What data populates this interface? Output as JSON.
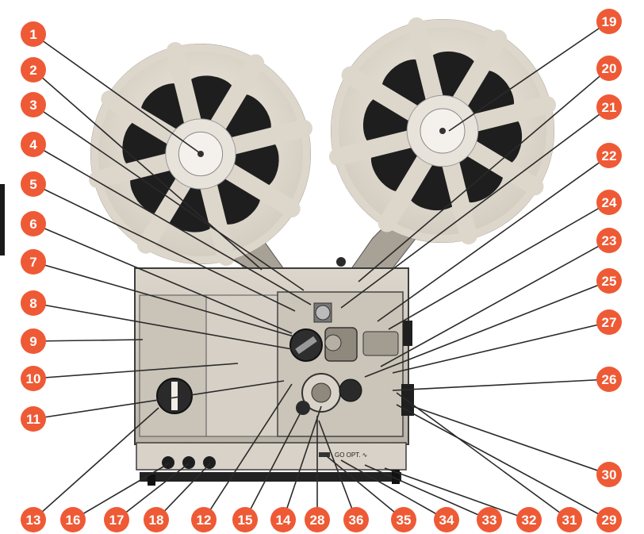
{
  "callout_color": "#ee5a35",
  "line_color": "#2a2a2a",
  "panel_text": {
    "mode": "GO OPT. ∿"
  },
  "callouts": [
    {
      "label": "1"
    },
    {
      "label": "2"
    },
    {
      "label": "3"
    },
    {
      "label": "4"
    },
    {
      "label": "5"
    },
    {
      "label": "6"
    },
    {
      "label": "7"
    },
    {
      "label": "8"
    },
    {
      "label": "9"
    },
    {
      "label": "10"
    },
    {
      "label": "11"
    },
    {
      "label": "13"
    },
    {
      "label": "16"
    },
    {
      "label": "17"
    },
    {
      "label": "18"
    },
    {
      "label": "12"
    },
    {
      "label": "15"
    },
    {
      "label": "14"
    },
    {
      "label": "28"
    },
    {
      "label": "36"
    },
    {
      "label": "35"
    },
    {
      "label": "34"
    },
    {
      "label": "33"
    },
    {
      "label": "32"
    },
    {
      "label": "31"
    },
    {
      "label": "29"
    },
    {
      "label": "19"
    },
    {
      "label": "20"
    },
    {
      "label": "21"
    },
    {
      "label": "22"
    },
    {
      "label": "24"
    },
    {
      "label": "23"
    },
    {
      "label": "25"
    },
    {
      "label": "27"
    },
    {
      "label": "26"
    },
    {
      "label": "30"
    }
  ]
}
